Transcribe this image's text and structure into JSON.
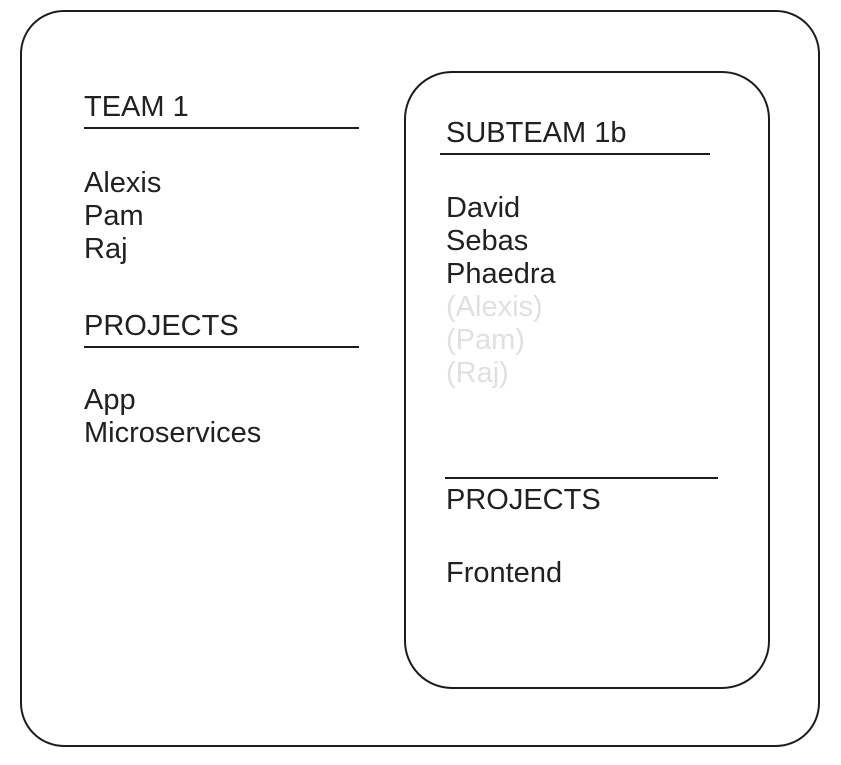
{
  "colors": {
    "ink": "#212121",
    "border": "#1c1c1c",
    "muted_member": "#e0e0e0",
    "background": "#ffffff"
  },
  "team": {
    "title": "TEAM 1",
    "members": [
      "Alexis",
      "Pam",
      "Raj"
    ],
    "projects_title": "PROJECTS",
    "projects": [
      "App",
      "Microservices"
    ]
  },
  "subteam": {
    "title": "SUBTEAM 1b",
    "members": [
      "David",
      "Sebas",
      "Phaedra"
    ],
    "inherited_members": [
      "(Alexis)",
      "(Pam)",
      "(Raj)"
    ],
    "projects_title": "PROJECTS",
    "projects": [
      "Frontend"
    ]
  }
}
